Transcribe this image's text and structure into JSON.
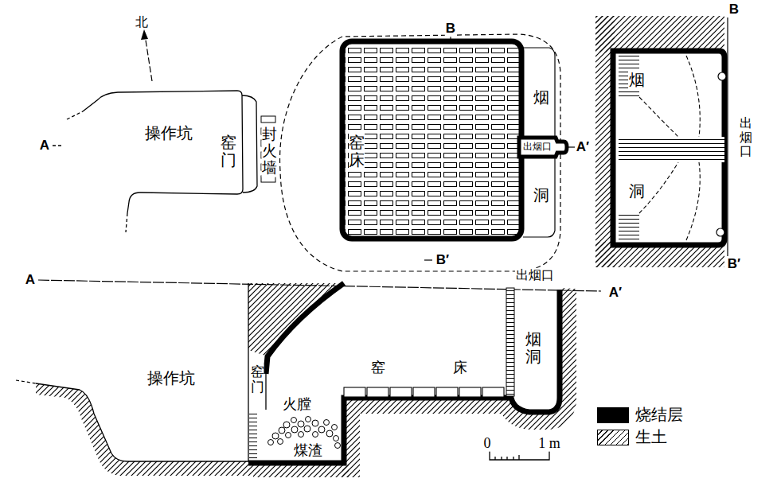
{
  "diagram": {
    "labels": [
      "北",
      "A",
      "操作坑",
      "窑门",
      "封火墙",
      "B",
      "窑床",
      "烟",
      "出烟口",
      "A′",
      "洞",
      "B′",
      "B",
      "烟",
      "出烟口",
      "洞",
      "B′",
      "A",
      "出烟口",
      "A′",
      "操作坑",
      "窑门",
      "火膛",
      "煤渣",
      "窑",
      "床",
      "烟洞",
      "0",
      "1 m"
    ],
    "legend": [
      {
        "text": "烧结层",
        "color": "#000000"
      },
      {
        "text": "生土"
      }
    ]
  }
}
